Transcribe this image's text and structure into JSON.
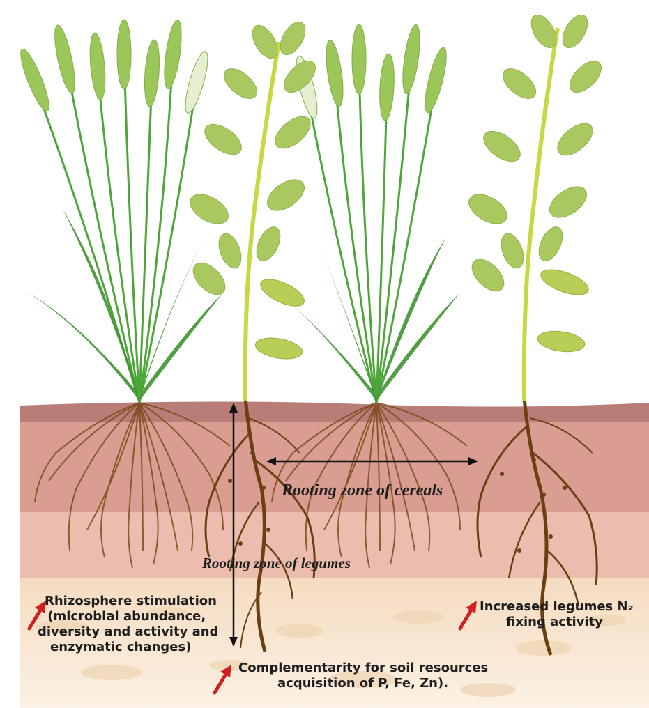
{
  "labels": {
    "cereal_zone": "Rooting zone of cereals",
    "legume_zone": "Rooting zone of legumes",
    "rhizosphere": [
      "Rhizosphere stimulation",
      "(microbial abundance,",
      "diversity and activity and",
      "enzymatic changes)"
    ],
    "complementarity": [
      "Complementarity for soil resources",
      "acquisition of P, Fe, Zn)."
    ],
    "n2_fixing": [
      "Increased legumes N₂",
      "fixing activity"
    ]
  },
  "icons": {
    "increase_arrow": "red-up-right-arrow-icon",
    "measure_arrow": "double-headed-arrow-icon"
  },
  "colors": {
    "soil_top": "#b97d78",
    "soil_mid": "#e9b9ac",
    "soil_sand": "#f6e3c9",
    "root": "#7c4a1a",
    "cereal": "#4ea63a",
    "spike": "#9bc65a",
    "legume_leaf": "#a9c960",
    "stem": "#c8d843",
    "indicator_arrow": "#d22020"
  }
}
